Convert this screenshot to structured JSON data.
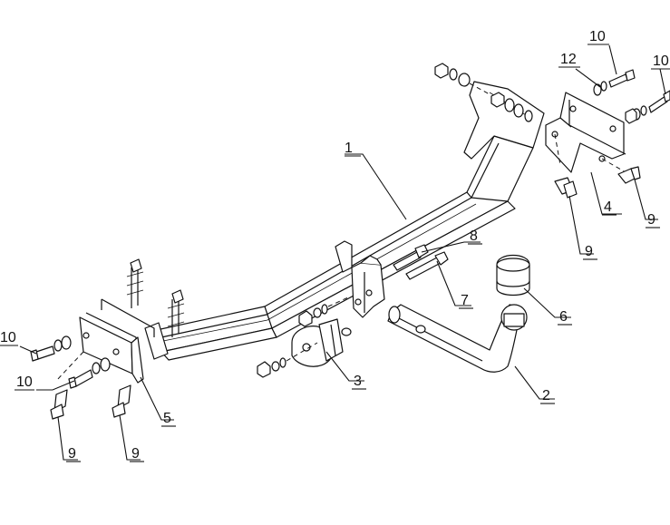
{
  "callouts": [
    {
      "id": "1",
      "text": "1"
    },
    {
      "id": "2",
      "text": "2"
    },
    {
      "id": "3",
      "text": "3"
    },
    {
      "id": "4",
      "text": "4"
    },
    {
      "id": "5",
      "text": "5"
    },
    {
      "id": "6",
      "text": "6"
    },
    {
      "id": "7",
      "text": "7"
    },
    {
      "id": "8",
      "text": "8"
    },
    {
      "id": "9a",
      "text": "9"
    },
    {
      "id": "9b",
      "text": "9"
    },
    {
      "id": "9c",
      "text": "9"
    },
    {
      "id": "9d",
      "text": "9"
    },
    {
      "id": "10a",
      "text": "10"
    },
    {
      "id": "10b",
      "text": "10"
    },
    {
      "id": "10c",
      "text": "10"
    },
    {
      "id": "10d",
      "text": "10"
    },
    {
      "id": "12",
      "text": "12"
    }
  ]
}
